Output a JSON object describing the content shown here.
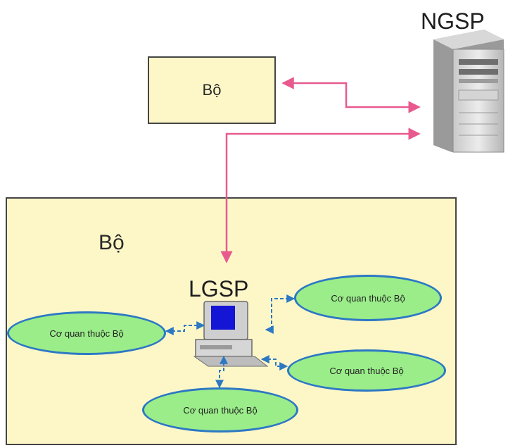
{
  "diagram": {
    "ngsp_label": "NGSP",
    "top_box_label": "Bộ",
    "main_box_label": "Bộ",
    "lgsp_label": "LGSP",
    "agencies": [
      "Cơ quan thuộc Bộ",
      "Cơ quan thuộc Bộ",
      "Cơ quan thuộc Bộ",
      "Cơ quan thuộc Bộ"
    ]
  },
  "colors": {
    "box_fill": "#fdf7c8",
    "ellipse_fill": "#9bed8a",
    "ellipse_border": "#2d78c4",
    "ngsp_link": "#e85a8f",
    "lgsp_link": "#2d78c4"
  },
  "icons": {
    "server": "server-tower-icon",
    "workstation": "desktop-computer-icon"
  }
}
